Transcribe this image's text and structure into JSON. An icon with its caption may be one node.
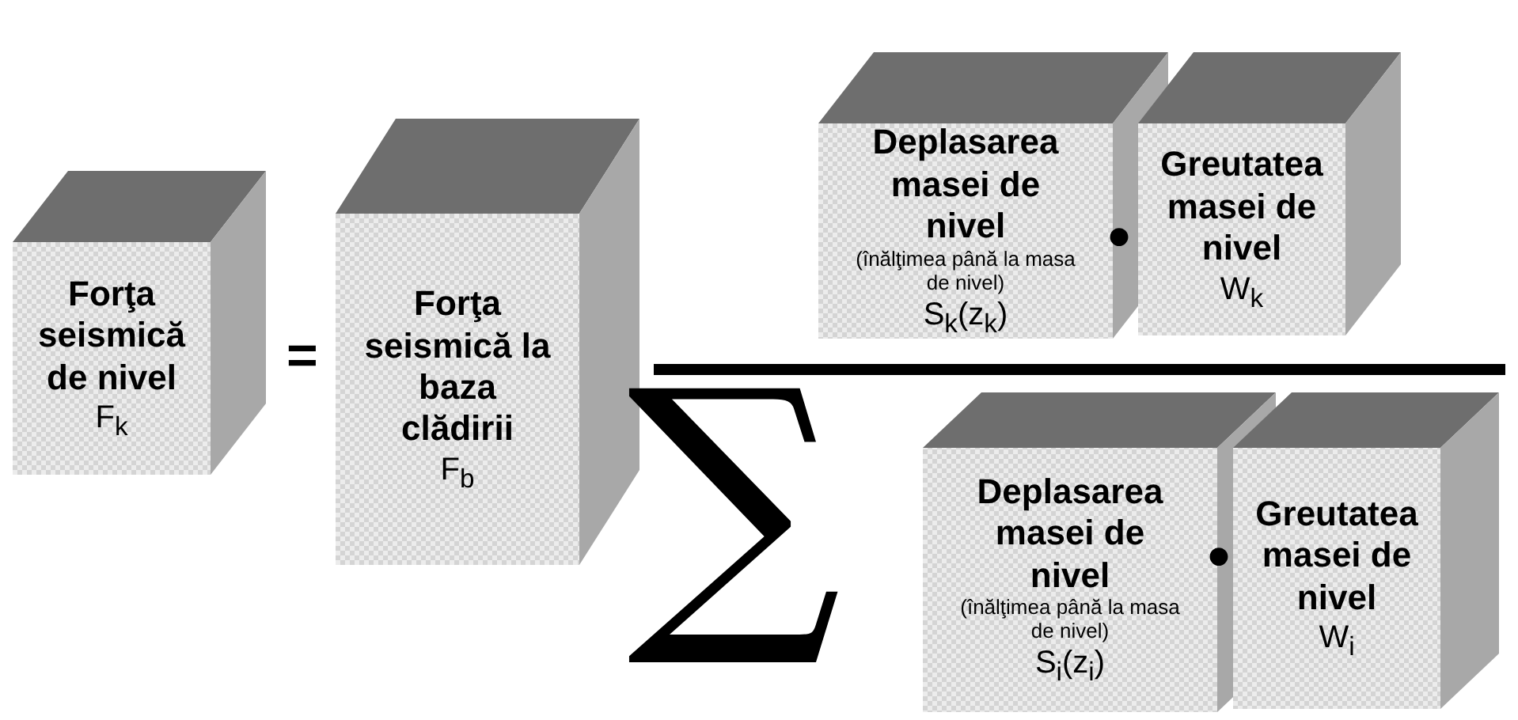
{
  "diagram": {
    "nodes": [
      {
        "text": [
          "Forţa seismică de nivel",
          "F$_{k}$"
        ]
      },
      {
        "text": [
          "Forţa seismică la baza clădirii",
          "F$_{b}$"
        ]
      },
      {
        "text": [
          "Deplasarea masei de nivel",
          "(înălţimea până la masa de nivel)",
          "S$_{k}$(z$_{k}$)"
        ]
      },
      {
        "text": [
          "Greutatea masei de nivel",
          "W$_{k}$"
        ]
      },
      {
        "text": [
          "Deplasarea masei de nivel",
          "(înălţimea până la masa de nivel)",
          "S$_{i}$(z$_{i}$)"
        ]
      },
      {
        "text": [
          "Greutatea masei de nivel",
          "W$_{i}$"
        ]
      }
    ],
    "edges": [],
    "labels": [
      "=",
      "•",
      "∑",
      "•"
    ]
  }
}
